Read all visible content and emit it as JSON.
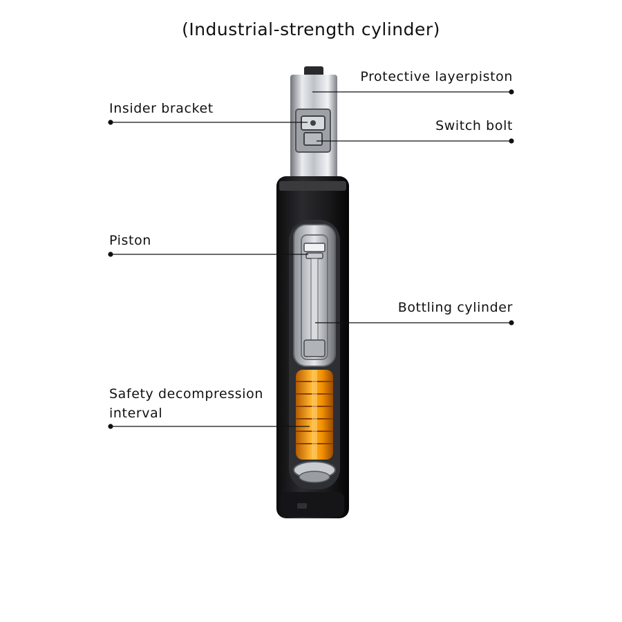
{
  "title": "(Industrial-strength cylinder)",
  "labels": {
    "protective_layer_piston": "Protective layerpiston",
    "insider_bracket": "Insider bracket",
    "switch_bolt": "Switch bolt",
    "piston": "Piston",
    "bottling_cylinder": "Bottling cylinder",
    "safety_decompression_line1": "Safety decompression",
    "safety_decompression_line2": "interval"
  },
  "colors": {
    "body": "#1d1d1f",
    "chrome": "#c9ccd0",
    "spring": "#f0a020",
    "leader": "#111111"
  }
}
